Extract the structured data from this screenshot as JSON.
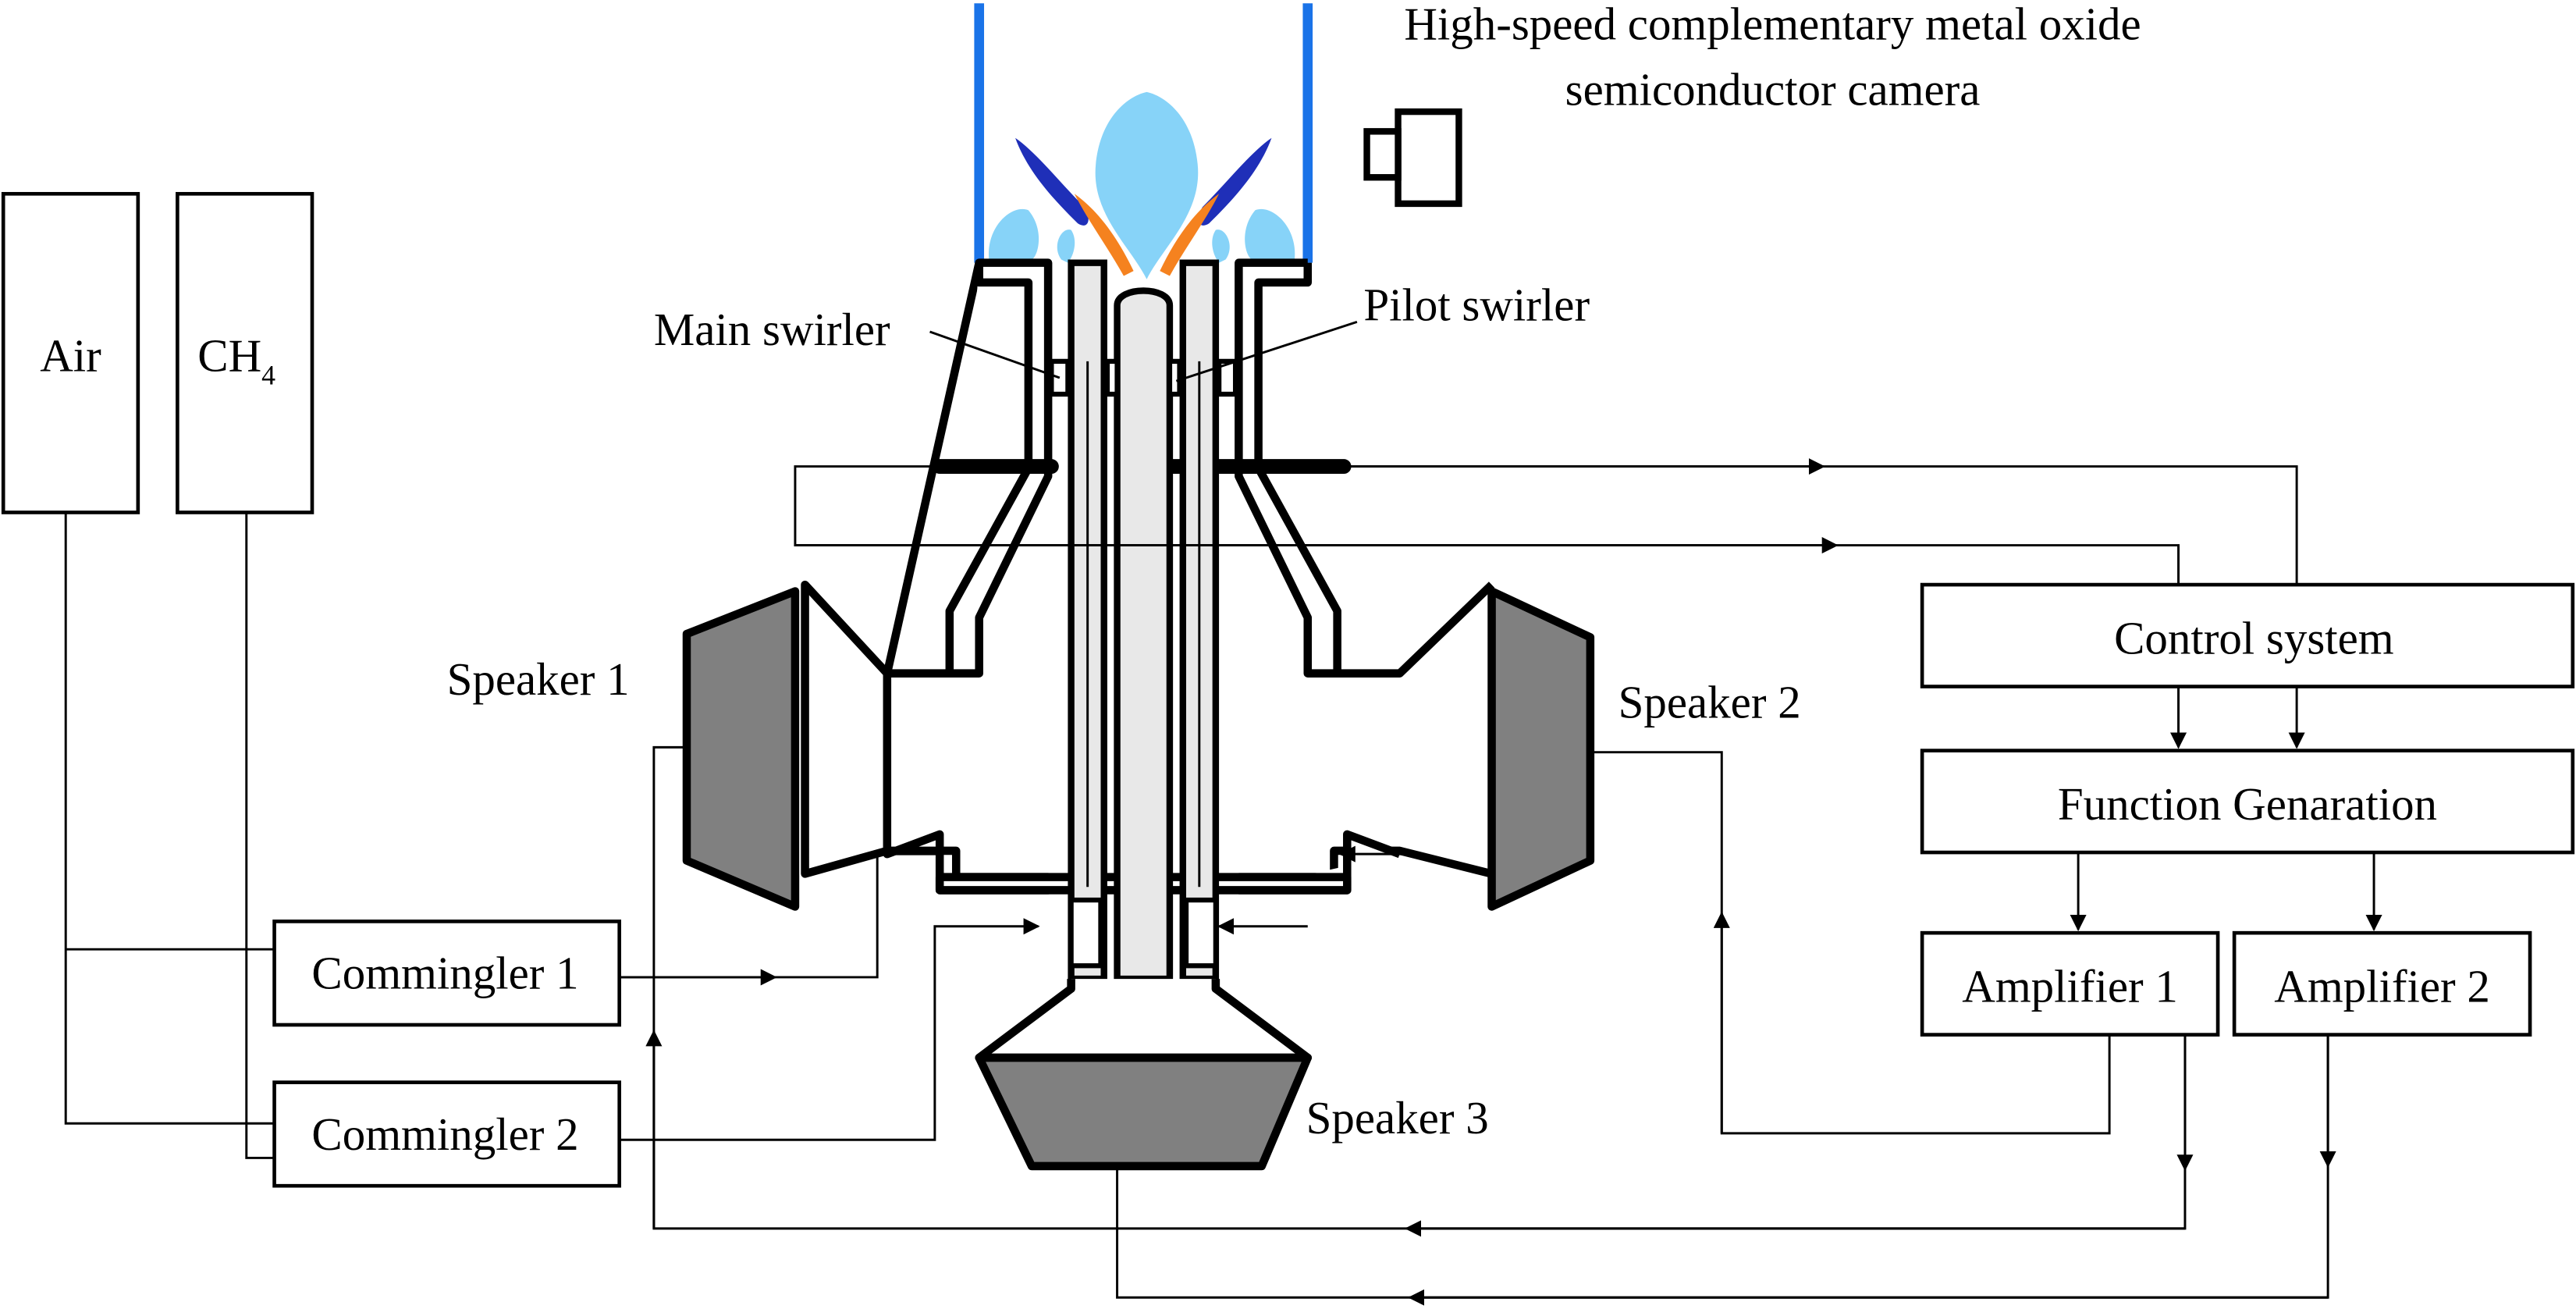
{
  "camera_label": {
    "line1": "High-speed complementary metal oxide",
    "line2": "semiconductor camera"
  },
  "labels": {
    "main_swirler": "Main swirler",
    "pilot_swirler": "Pilot swirler",
    "speaker_1": "Speaker 1",
    "speaker_2": "Speaker 2",
    "speaker_3": "Speaker 3"
  },
  "boxes": {
    "air": "Air",
    "ch4_base": "CH",
    "ch4_sub": "4",
    "commingler_1": "Commingler 1",
    "commingler_2": "Commingler 2",
    "control_system": "Control system",
    "function_generation": "Function Genaration",
    "amplifier_1": "Amplifier 1",
    "amplifier_2": "Amplifier 2"
  },
  "colors": {
    "quartz_tube": "#1a73e8",
    "flame_light": "#87d3f8",
    "flame_dark": "#1f2fb8",
    "flame_orange": "#f5821f",
    "speaker_fill": "#808080",
    "duct_fill": "#e8e8e8"
  },
  "icons": {
    "camera": "camera-icon"
  }
}
